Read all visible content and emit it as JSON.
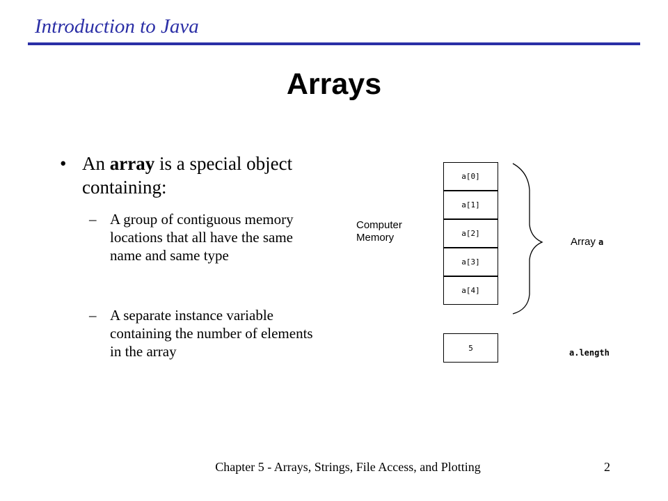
{
  "header": {
    "title": "Introduction to Java",
    "accent_color": "#2b2fa6"
  },
  "slide": {
    "title": "Arrays"
  },
  "content": {
    "bullet": {
      "pre": "An ",
      "bold": "array",
      "post": " is a special object containing:"
    },
    "sub_bullets": [
      {
        "dash": "–",
        "text": " A group of contiguous memory locations that all have the same name and same type"
      },
      {
        "dash": "–",
        "text": "A separate instance variable containing the number of elements in the array"
      }
    ]
  },
  "diagram": {
    "memory_label": "Computer Memory",
    "cells": [
      "a[0]",
      "a[1]",
      "a[2]",
      "a[3]",
      "a[4]"
    ],
    "length_value": "5",
    "array_label_text": "Array",
    "array_label_var": "a",
    "length_label": "a.length"
  },
  "footer": {
    "text": "Chapter 5 - Arrays, Strings, File Access, and Plotting",
    "page": "2"
  }
}
